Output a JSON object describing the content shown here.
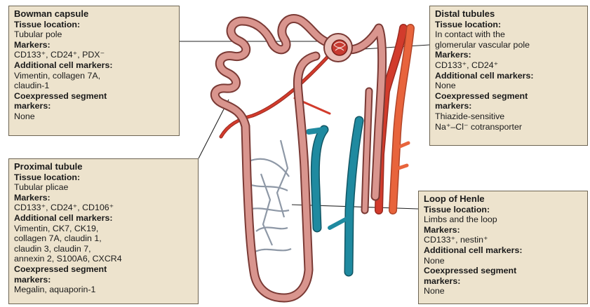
{
  "boxes": {
    "bowman": {
      "title": "Bowman capsule",
      "location_label": "Tissue location:",
      "location": "Tubular pole",
      "markers_label": "Markers:",
      "markers": "CD133⁺, CD24⁺, PDX⁻",
      "additional_label": "Additional cell markers:",
      "additional": [
        "Vimentin, collagen 7A,",
        "claudin-1"
      ],
      "coexpressed_label": [
        "Coexpressed segment",
        "markers:"
      ],
      "coexpressed": [
        "None"
      ]
    },
    "proximal": {
      "title": "Proximal tubule",
      "location_label": "Tissue location:",
      "location": "Tubular plicae",
      "markers_label": "Markers:",
      "markers": "CD133⁺, CD24⁺, CD106⁺",
      "additional_label": "Additional cell markers:",
      "additional": [
        "Vimentin, CK7, CK19,",
        "collagen 7A,  claudin 1,",
        "claudin 3, claudin 7,",
        "annexin 2, S100A6, CXCR4"
      ],
      "coexpressed_label": [
        "Coexpressed segment",
        "markers:"
      ],
      "coexpressed": [
        "Megalin, aquaporin-1"
      ]
    },
    "distal": {
      "title": "Distal tubules",
      "location_label": "Tissue location:",
      "location_lines": [
        "In contact with the",
        "glomerular vascular pole"
      ],
      "markers_label": "Markers:",
      "markers": "CD133⁺, CD24⁺",
      "additional_label": "Additional cell markers:",
      "additional": [
        "None"
      ],
      "coexpressed_label": [
        "Coexpressed segment",
        "markers:"
      ],
      "coexpressed": [
        "Thiazide-sensitive",
        "Na⁺–Cl⁻ cotransporter"
      ]
    },
    "henle": {
      "title": "Loop of Henle",
      "location_label": "Tissue location:",
      "location": "Limbs and the loop",
      "markers_label": "Markers:",
      "markers": "CD133⁺, nestin⁺",
      "additional_label": "Additional cell markers:",
      "additional": [
        "None"
      ],
      "coexpressed_label": [
        "Coexpressed segment",
        "markers:"
      ],
      "coexpressed": [
        "None"
      ]
    }
  },
  "colors": {
    "tubule_fill": "#d9958e",
    "tubule_outline": "#7a3a35",
    "artery_red": "#d23b2c",
    "artery_orange": "#e8643c",
    "vein_teal": "#1f8aa0",
    "capillary": "#8e98a6",
    "box_fill": "#ede3cd",
    "box_border": "#6d6452"
  }
}
